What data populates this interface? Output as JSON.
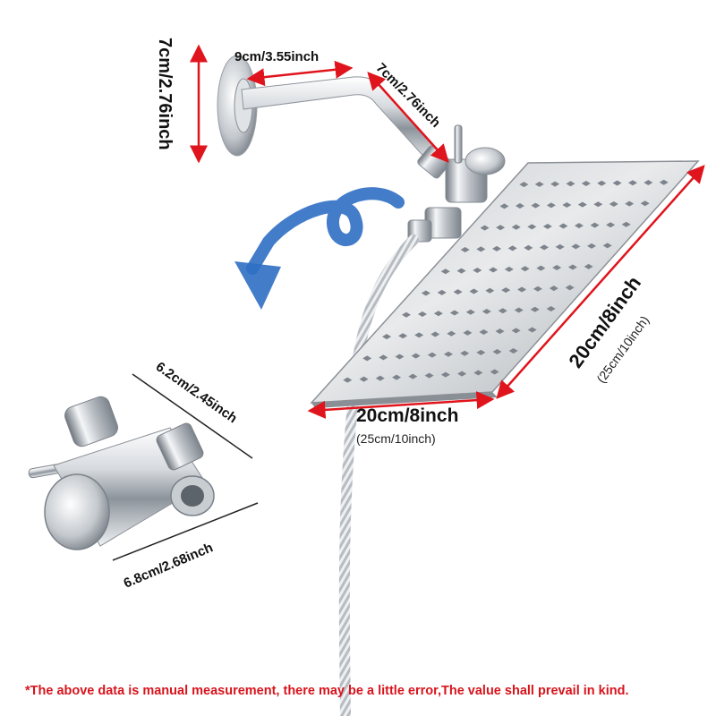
{
  "dimensions": {
    "arm_height": "7cm/2.76inch",
    "arm_length": "9cm/3.55inch",
    "arm_drop": "7cm/2.76inch",
    "head_side": "20cm/8inch",
    "head_side_alt": "(25cm/10inch)",
    "head_bottom": "20cm/8inch",
    "head_bottom_alt": "(25cm/10inch)",
    "diverter_width": "6.2cm/2.45inch",
    "diverter_length": "6.8cm/2.68inch"
  },
  "footnote": "*The above data is manual measurement, there may be a little error,The value shall prevail in kind.",
  "colors": {
    "measure_line": "#e0141c",
    "footnote": "#d8141c",
    "arrow": "#2f6fc4",
    "chrome_light": "#f2f4f6",
    "chrome_dark": "#7a8088"
  }
}
